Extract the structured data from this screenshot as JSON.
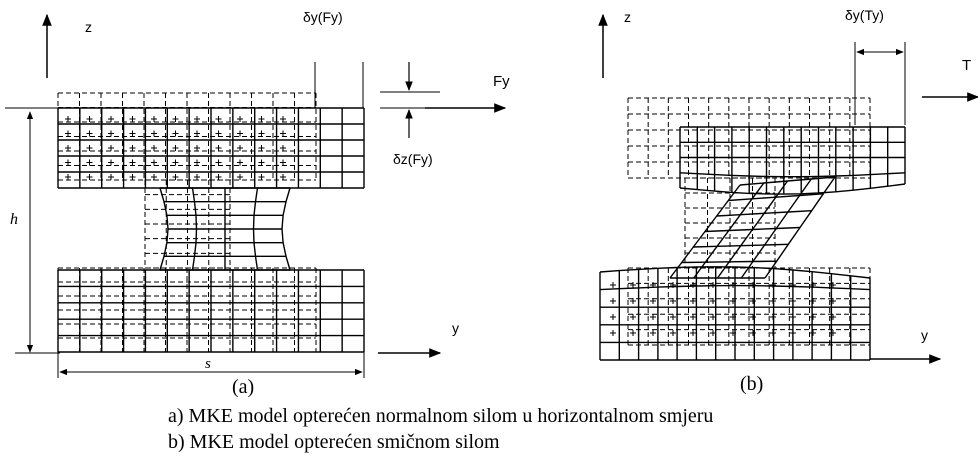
{
  "panel_a": {
    "axis_z": "z",
    "axis_y": "y",
    "delta_y": "δy(Fy)",
    "delta_z": "δz(Fy)",
    "force": "Fy",
    "h": "h",
    "s": "s",
    "label": "(a)"
  },
  "panel_b": {
    "axis_z": "z",
    "axis_y": "y",
    "delta_y": "δy(Ty)",
    "force": "T",
    "label": "(b)"
  },
  "captions": {
    "a": "a)  MKE model opterećen normalnom silom u horizontalnom smjeru",
    "b": "b)  MKE model opterećen smičnom silom"
  }
}
